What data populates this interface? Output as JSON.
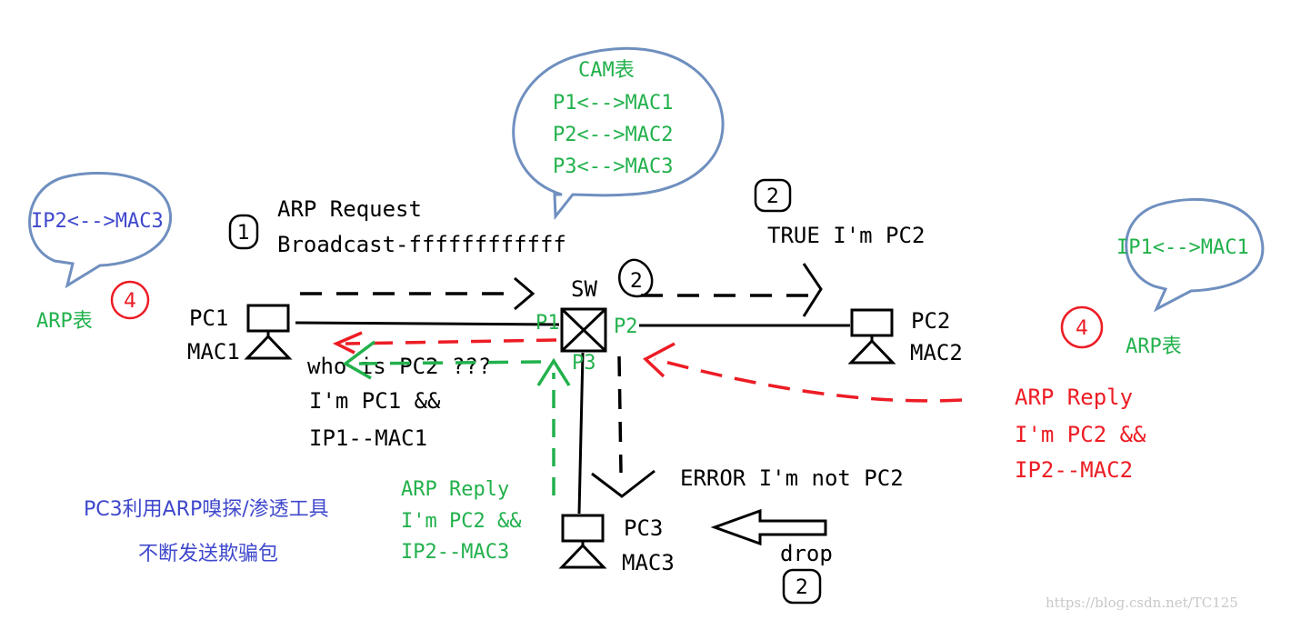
{
  "cam_bubble": {
    "title": "CAM表",
    "rows": [
      "P1<-->MAC1",
      "P2<-->MAC2",
      "P3<-->MAC3"
    ]
  },
  "left_bubble": {
    "text": "IP2<-->MAC3"
  },
  "right_bubble": {
    "text": "IP1<-->MAC1"
  },
  "left_arp_label": "ARP表",
  "right_arp_label": "ARP表",
  "step_markers": {
    "step1": "1",
    "step2_switch": "2",
    "step2_pc2": "2",
    "step2_drop": "2",
    "step4_left": "4",
    "step4_right": "4"
  },
  "arp_request": {
    "line1": "ARP Request",
    "line2": "Broadcast-ffffffffffff"
  },
  "switch": {
    "label": "SW",
    "port1": "P1",
    "port2": "P2",
    "port3": "P3"
  },
  "pc1": {
    "name": "PC1",
    "mac": "MAC1"
  },
  "pc2": {
    "name": "PC2",
    "mac": "MAC2"
  },
  "pc3": {
    "name": "PC3",
    "mac": "MAC3"
  },
  "pc2_reply": "TRUE I'm PC2",
  "pc3_error": "ERROR I'm not PC2",
  "who_is": {
    "line1": "who is PC2 ???",
    "line2": "I'm PC1 &&",
    "line3": "IP1--MAC1"
  },
  "right_reply": {
    "line1": "ARP Reply",
    "line2": "I'm PC2 &&",
    "line3": "IP2--MAC2"
  },
  "spoof_reply": {
    "line1": "ARP Reply",
    "line2": "I'm PC2 &&",
    "line3": "IP2--MAC3"
  },
  "pc3_note": {
    "line1": "PC3利用ARP嗅探/渗透工具",
    "line2": "不断发送欺骗包"
  },
  "drop_label": "drop",
  "watermark": "https://blog.csdn.net/TC125",
  "colors": {
    "bubble": "#6f8fbf",
    "green": "#22b14c",
    "red": "#ed1c24",
    "blue": "#3f48cc",
    "black": "#000000"
  }
}
